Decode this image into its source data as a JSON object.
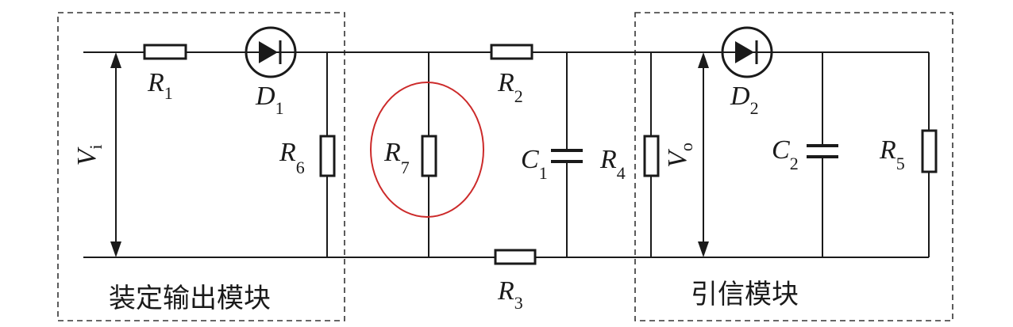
{
  "modules": {
    "left": "装定输出模块",
    "right": "引信模块"
  },
  "labels": {
    "R1": {
      "main": "R",
      "sub": "1"
    },
    "D1": {
      "main": "D",
      "sub": "1"
    },
    "R6": {
      "main": "R",
      "sub": "6"
    },
    "R7": {
      "main": "R",
      "sub": "7"
    },
    "R2": {
      "main": "R",
      "sub": "2"
    },
    "R3": {
      "main": "R",
      "sub": "3"
    },
    "C1": {
      "main": "C",
      "sub": "1"
    },
    "R4": {
      "main": "R",
      "sub": "4"
    },
    "D2": {
      "main": "D",
      "sub": "2"
    },
    "C2": {
      "main": "C",
      "sub": "2"
    },
    "R5": {
      "main": "R",
      "sub": "5"
    },
    "Vi": {
      "main": "V",
      "sub": "i"
    },
    "Vo": {
      "main": "V",
      "sub": "o"
    }
  },
  "colors": {
    "line": "#1a1a1a",
    "highlight": "#cc2a2a",
    "dashed_box": "#333333"
  }
}
